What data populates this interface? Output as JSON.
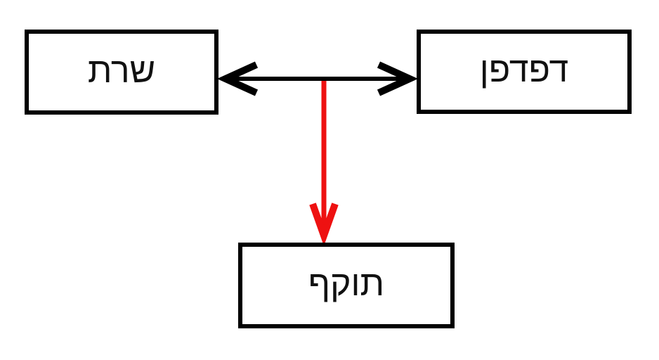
{
  "diagram": {
    "background": "#ffffff",
    "nodes": [
      {
        "id": "server",
        "label": "שרת"
      },
      {
        "id": "browser",
        "label": "דפדפן"
      },
      {
        "id": "attacker",
        "label": "תוקף"
      }
    ],
    "edges": [
      {
        "id": "browser-server-channel",
        "from": "browser",
        "to": "server",
        "heads": "both",
        "color": "#000000"
      },
      {
        "id": "attacker-intercept",
        "from": "channel-midpoint",
        "to": "attacker",
        "heads": "end",
        "color": "#ee1111"
      }
    ],
    "styles": {
      "node_border_color": "#000000",
      "node_fill": "#ffffff",
      "label_color": "#111111"
    }
  }
}
